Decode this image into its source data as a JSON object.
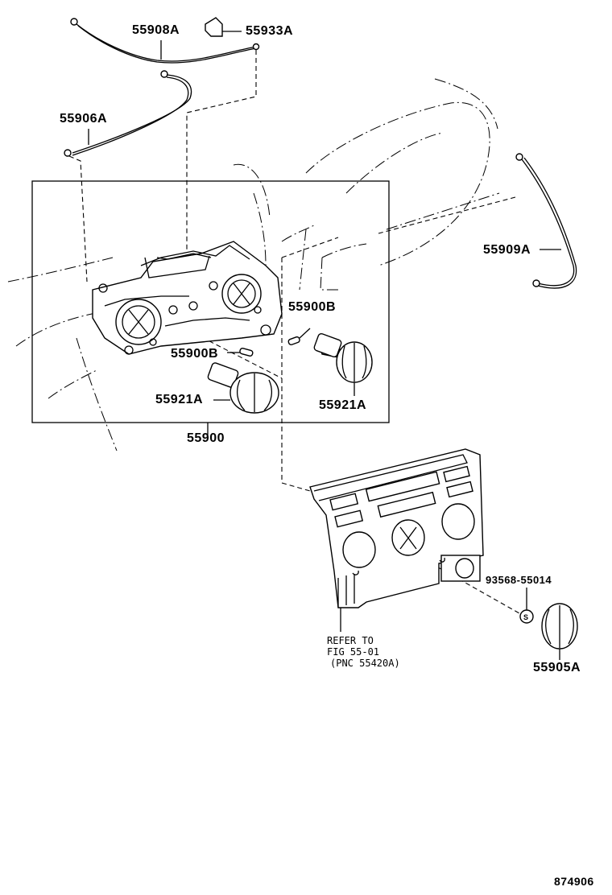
{
  "labels": {
    "p55908A": "55908A",
    "p55933A": "55933A",
    "p55906A": "55906A",
    "p55909A": "55909A",
    "p55900B_a": "55900B",
    "p55900B_b": "55900B",
    "p55921A_a": "55921A",
    "p55921A_b": "55921A",
    "p55900": "55900",
    "p93568": "93568-55014",
    "p55905A": "55905A",
    "refer1": "REFER TO",
    "refer2": "FIG 55-01",
    "refer3": "(PNC 55420A)",
    "fig_id": "874906"
  }
}
